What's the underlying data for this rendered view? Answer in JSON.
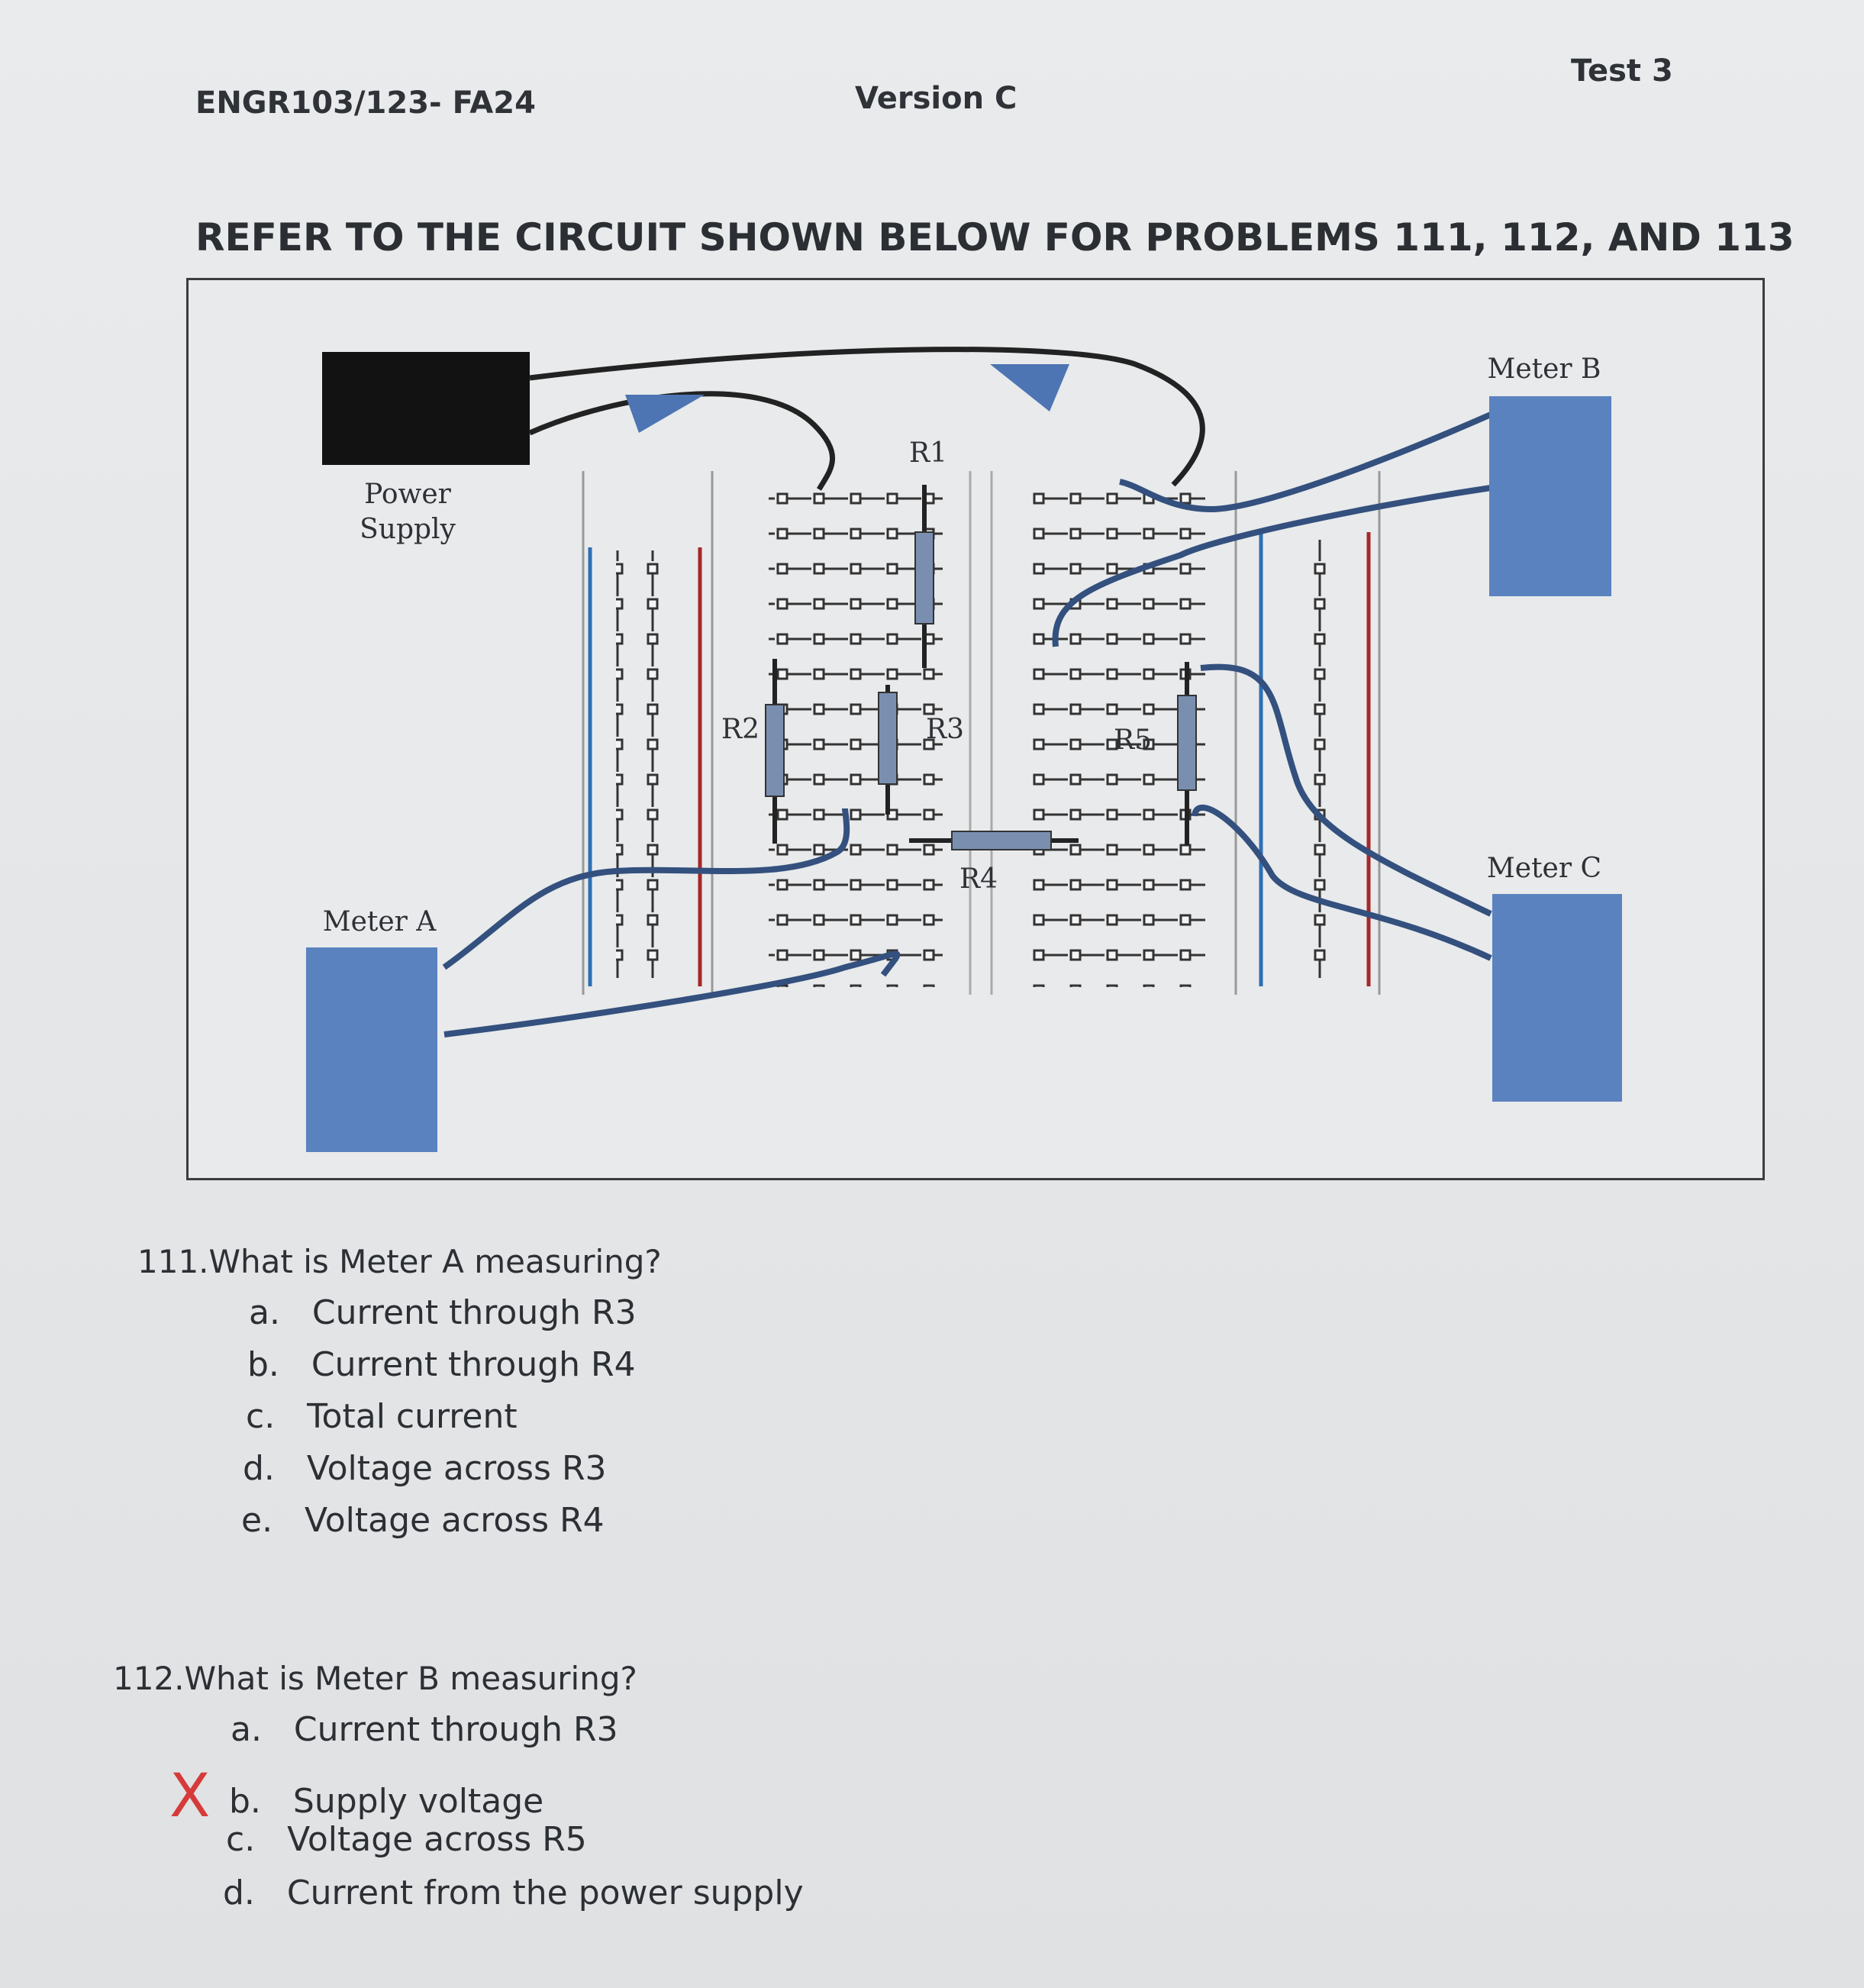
{
  "header": {
    "course": "ENGR103/123- FA24",
    "version": "Version C",
    "test": "Test 3"
  },
  "instructions": "REFER TO THE CIRCUIT SHOWN BELOW FOR PROBLEMS 111, 112, AND 113",
  "circuit": {
    "labels": {
      "power_supply_line1": "Power",
      "power_supply_line2": "Supply",
      "meter_a": "Meter A",
      "meter_b": "Meter B",
      "meter_c": "Meter C",
      "r1": "R1",
      "r2": "R2",
      "r3": "R3",
      "r4": "R4",
      "r5": "R5"
    },
    "colors": {
      "meter": "#5a82bf",
      "wire": "#33507e",
      "supply": "#121212",
      "rail_red": "#a5282a",
      "rail_blue": "#2f6fb4",
      "arrow": "#4d75b3"
    }
  },
  "questions": [
    {
      "title": "111.What is Meter A measuring?",
      "options": [
        {
          "letter": "a.",
          "text": "Current through R3"
        },
        {
          "letter": "b.",
          "text": "Current through R4"
        },
        {
          "letter": "c.",
          "text": "Total current"
        },
        {
          "letter": "d.",
          "text": "Voltage across R3"
        },
        {
          "letter": "e.",
          "text": "Voltage across R4"
        }
      ]
    },
    {
      "title": "112.What is Meter B measuring?",
      "options": [
        {
          "letter": "a.",
          "text": "Current through R3"
        },
        {
          "letter": "b.",
          "text": "Supply voltage"
        },
        {
          "letter": "c.",
          "text": "Voltage across R5"
        },
        {
          "letter": "d.",
          "text": "Current from the power supply"
        }
      ],
      "handwritten_mark": "X"
    }
  ]
}
